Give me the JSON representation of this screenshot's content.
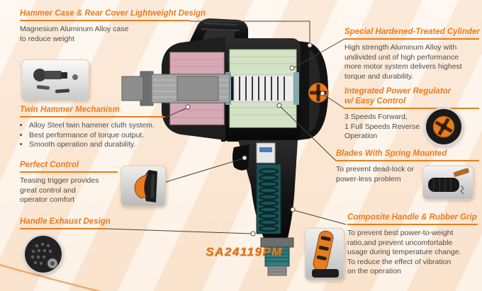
{
  "model": "SA24119PM",
  "callouts": {
    "hammer_case": {
      "title": "Hammer Case & Rear Cover Lightweight Design",
      "body": "Magnesium Aluminum Alloy case\nto reduce weight"
    },
    "twin_hammer": {
      "title": "Twin Hammer Mechanism",
      "bullets": [
        "Alloy Steel twin hammer cluth system.",
        "Best performance of torque output.",
        "Smooth operation and durability."
      ]
    },
    "perfect_control": {
      "title": "Perfect Control",
      "body": "Teasing trigger provides\ngreat control and\noperator comfort"
    },
    "handle_exhaust": {
      "title": "Handle Exhaust Design"
    },
    "cylinder": {
      "title": "Special Hardened-Treated Cylinder",
      "body": "High strength Aluminum Alloy with\nundivided unit of high performance\nmore motor system delivers highest\ntorque and durability."
    },
    "regulator": {
      "title": "Integrated Power Regulator\nw/ Easy Control",
      "body": "3 Speeds Forward,\n1 Full Speeds Reverse\nOperation"
    },
    "blades": {
      "title": "Blades With Spring Mounted",
      "body": "To prevent dead-lock or\npower-less problem"
    },
    "composite_handle": {
      "title": "Composite Handle & Rubber Grip",
      "body": "To prevent best power-to-weight\nratio,and prevent uncomfortable\nusage during temperature change.\nTo reduce the effect of vibration\non the operation"
    }
  },
  "photos": {
    "anvil_parts": "anvil-and-socket-parts-photo",
    "trigger": "trigger-close-up-photo",
    "handle_exhaust": "handle-bottom-exhaust-photo",
    "regulator": "power-regulator-dial-photo",
    "blades": "rotor-blades-and-spring-photo",
    "grip": "rubber-grip-close-up-photo"
  },
  "colors": {
    "accent": "#e87c1e",
    "text": "#4d4d4d",
    "background": "#fdeedd",
    "tool-body": "#1b1b1b",
    "cutaway-pink": "#d6a9b4",
    "cutaway-green": "#d4e2c6",
    "cutaway-teal": "#1d5458"
  }
}
